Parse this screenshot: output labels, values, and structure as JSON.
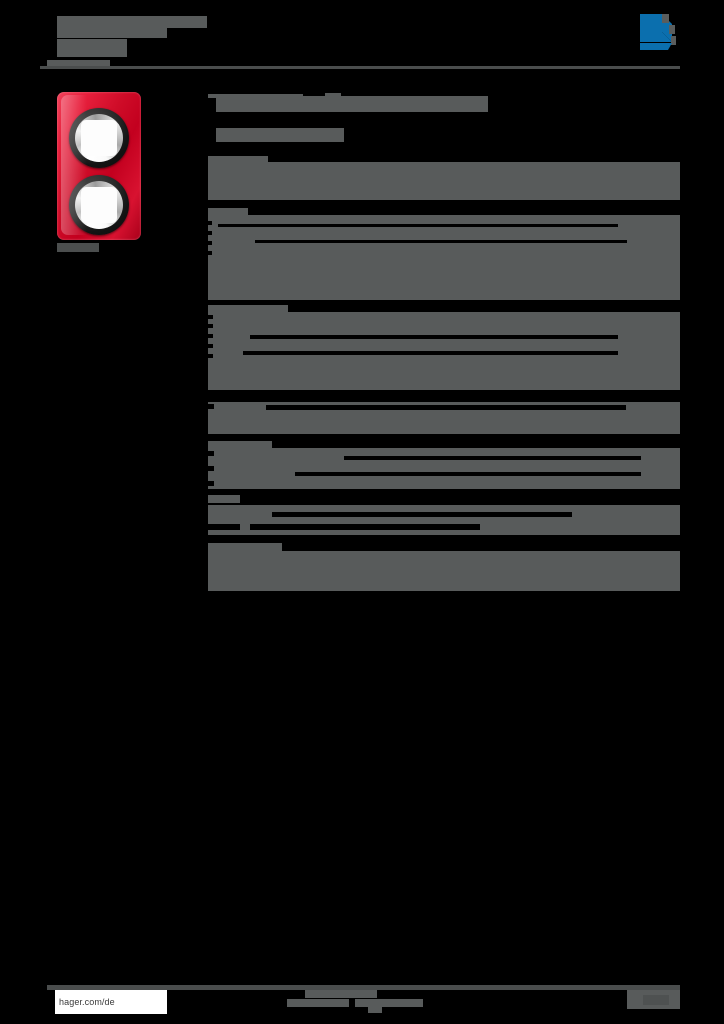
{
  "document": {
    "type": "product-datasheet",
    "orientation": "portrait",
    "redaction_state": "all body text redacted",
    "page_background": "#000000",
    "redaction_color": "#585B5B",
    "rule_color": "#4A4D4D"
  },
  "header": {
    "title": "",
    "title_line2": "",
    "subtitle": "",
    "rule_visible": true
  },
  "logo": {
    "name": "hager-logo",
    "brand_color": "#0B6FAE",
    "accent_color": "#5A5D5D",
    "alt": "Hager"
  },
  "product": {
    "image_alt": "Red double-gang socket frame, 2 round openings",
    "frame_color": "#CF0C28",
    "ring_color": "#1A1A1A",
    "chrome_color": "#E6E6E6",
    "insert_color": "#FDFDFD",
    "caption": ""
  },
  "content": {
    "heading": "",
    "subheading": "",
    "sections": [
      {
        "label": "",
        "rows": [
          {
            "label": "",
            "value": ""
          },
          {
            "label": "",
            "value": ""
          }
        ]
      },
      {
        "label": "",
        "rows": [
          {
            "label": "",
            "value": ""
          },
          {
            "label": "",
            "value": ""
          },
          {
            "label": "",
            "value": ""
          },
          {
            "label": "",
            "value": ""
          }
        ]
      },
      {
        "label": "",
        "rows": [
          {
            "label": "",
            "value": ""
          },
          {
            "label": "",
            "value": ""
          },
          {
            "label": "",
            "value": ""
          },
          {
            "label": "",
            "value": ""
          },
          {
            "label": "",
            "value": ""
          },
          {
            "label": "",
            "value": ""
          }
        ]
      },
      {
        "label": "",
        "rows": [
          {
            "label": "",
            "value": ""
          },
          {
            "label": "",
            "value": ""
          },
          {
            "label": "",
            "value": ""
          }
        ]
      },
      {
        "label": "",
        "rows": [
          {
            "label": "",
            "value": ""
          },
          {
            "label": "",
            "value": ""
          }
        ]
      },
      {
        "label": "",
        "rows": [
          {
            "label": "",
            "value": ""
          },
          {
            "label": "",
            "value": ""
          }
        ]
      }
    ]
  },
  "footer": {
    "url": "hager.com/de",
    "center_note": "",
    "page_number": ""
  }
}
